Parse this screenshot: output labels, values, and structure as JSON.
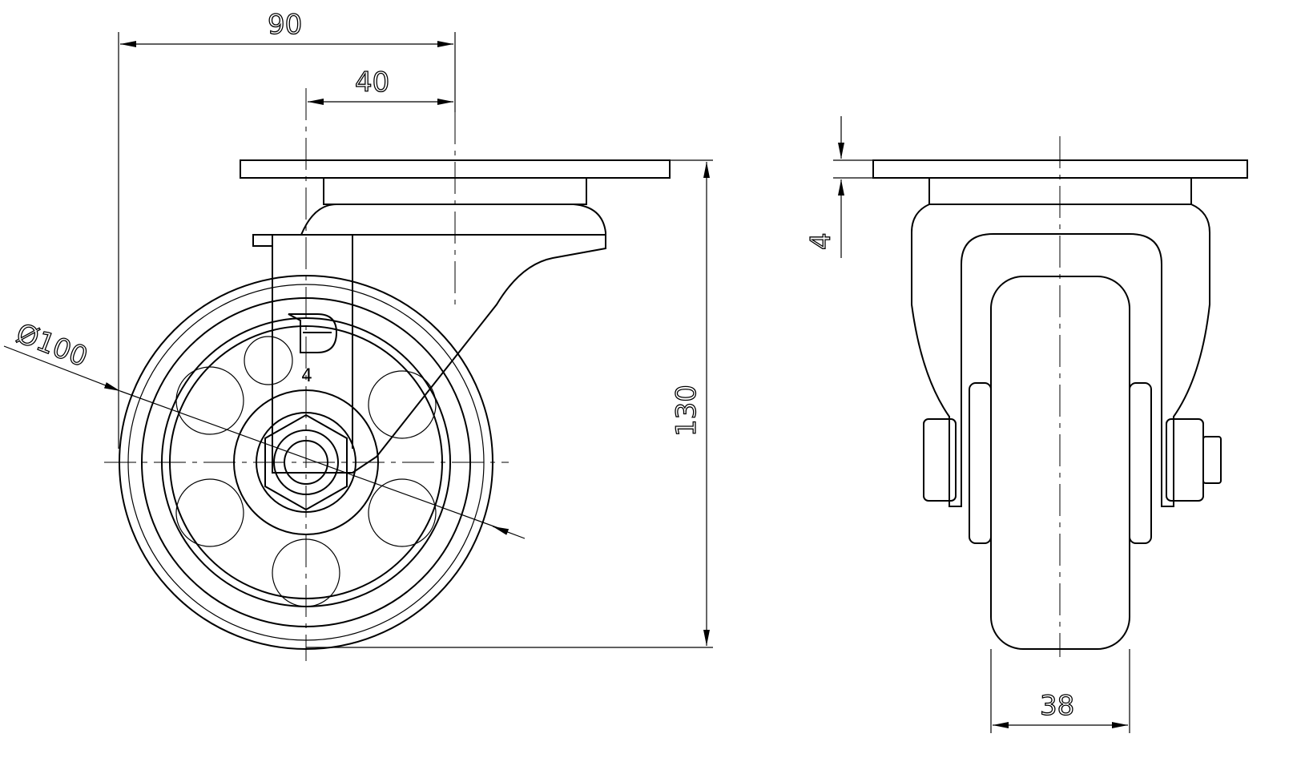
{
  "drawing": {
    "dimensions": {
      "overall_width": "90",
      "offset": "40",
      "wheel_diameter": "Ø100",
      "overall_height": "130",
      "plate_thickness": "4",
      "wheel_width": "38"
    },
    "logo_label": "4"
  }
}
